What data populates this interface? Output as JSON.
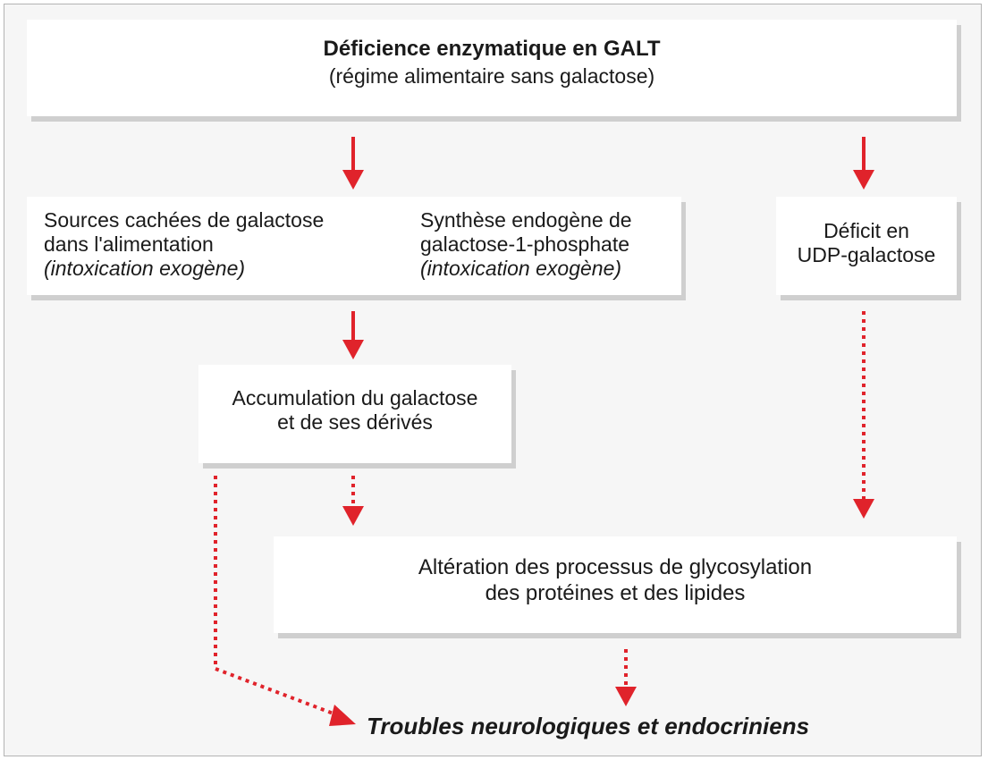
{
  "top": {
    "title": "Déficience enzymatique en GALT",
    "subtitle": "(régime alimentaire sans galactose)"
  },
  "sources": {
    "left": [
      "Sources cachées de galactose",
      "dans l'alimentation",
      "(intoxication exogène)"
    ],
    "right": [
      "Synthèse endogène de",
      "galactose-1-phosphate",
      "(intoxication exogène)"
    ]
  },
  "udp": [
    "Déficit en",
    "UDP-galactose"
  ],
  "accumulation": [
    "Accumulation du galactose",
    "et de ses dérivés"
  ],
  "alteration": [
    "Altération des processus de glycosylation",
    "des protéines et des lipides"
  ],
  "outcome": "Troubles neurologiques et endocriniens",
  "colors": {
    "arrow": "#e0232b",
    "box": "#ffffff",
    "shadow": "#cfcfcf",
    "background": "#f6f6f6"
  }
}
